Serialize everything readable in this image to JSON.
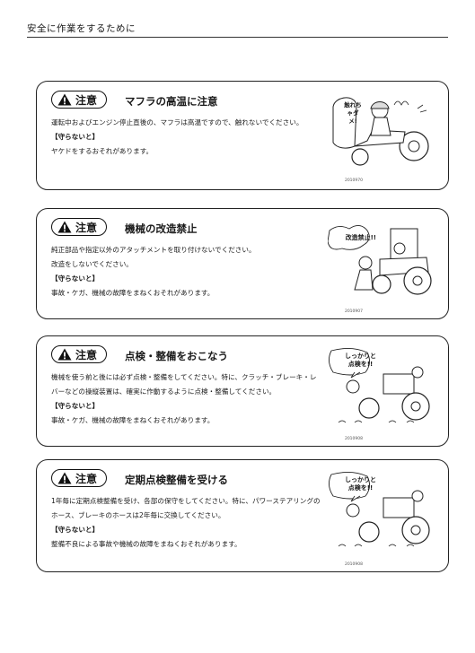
{
  "header": {
    "title": "安全に作業をするために"
  },
  "cards": [
    {
      "caution": "注意",
      "title": "マフラの高温に注意",
      "body": "運転中およびエンジン停止直後の、マフラは高温ですので、触れないでください。",
      "label": "【守らないと】",
      "consequence": "ヤケドをするおそれがあります。",
      "code": "2010970",
      "illustration_text": "触れちゃダメ!"
    },
    {
      "caution": "注意",
      "title": "機械の改造禁止",
      "body": "純正部品や指定以外のアタッチメントを取り付けないでください。",
      "body2": "改造をしないでください。",
      "label": "【守らないと】",
      "consequence": "事故・ケガ、機械の故障をまねくおそれがあります。",
      "code": "2010907",
      "illustration_text": "改造禁止!!"
    },
    {
      "caution": "注意",
      "title": "点検・整備をおこなう",
      "body": "機械を使う前と後には必ず点検・整備をしてください。特に、クラッチ・ブレーキ・レバーなどの操縦装置は、確実に作動するように点検・整備してください。",
      "label": "【守らないと】",
      "consequence": "事故・ケガ、機械の故障をまねくおそれがあります。",
      "code": "2010908",
      "illustration_text": "しっかりと\n点検を!!"
    },
    {
      "caution": "注意",
      "title": "定期点検整備を受ける",
      "body": "1年毎に定期点検整備を受け、各部の保守をしてください。特に、パワーステアリングのホース、ブレーキのホースは2年毎に交換してください。",
      "label": "【守らないと】",
      "consequence": "整備不良による事故や機械の故障をまねくおそれがあります。",
      "code": "2010908",
      "illustration_text": "しっかりと\n点検を!!"
    }
  ]
}
